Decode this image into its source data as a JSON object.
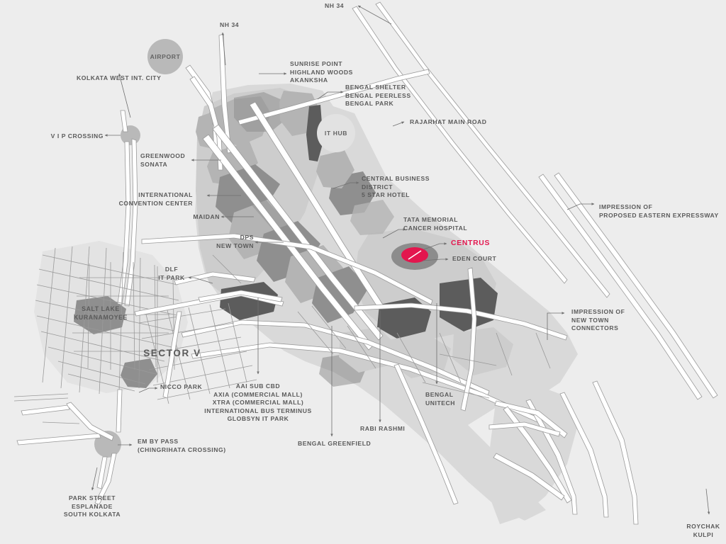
{
  "map": {
    "title": "New Town Rajarhat Kolkata Location Map",
    "background_color": "#ededed",
    "road_fill": "#ffffff",
    "road_stroke": "#9a9a9a",
    "label_color": "#5a5a5a",
    "highlight_color": "#e3164e"
  },
  "highlight": {
    "name": "CENTRUS",
    "marker_color": "#e3164e",
    "halo_color": "#8c8c8c"
  },
  "circles": [
    {
      "name": "AIRPORT",
      "label": "AIRPORT",
      "color": "#b9b9b9"
    },
    {
      "name": "IT HUB",
      "label": "IT HUB",
      "color": "#e2e2e2"
    },
    {
      "name": "VIP CROSSING NODE",
      "label": "",
      "color": "#b9b9b9"
    },
    {
      "name": "EM BYPASS NODE",
      "label": "",
      "color": "#b9b9b9"
    }
  ],
  "area_labels": [
    {
      "text": "SALT LAKE\nKURANAMOYEE"
    },
    {
      "text": "SECTOR V"
    }
  ],
  "labels": [
    {
      "id": "nh34-top-right",
      "text": "NH 34",
      "align": "left"
    },
    {
      "id": "nh34-top-center",
      "text": "NH 34",
      "align": "left"
    },
    {
      "id": "sunrise-point",
      "text": "SUNRISE POINT\nHIGHLAND WOODS\nAKANKSHA",
      "align": "left"
    },
    {
      "id": "bengal-shelter",
      "text": "BENGAL SHELTER\nBENGAL PEERLESS\nBENGAL PARK",
      "align": "left"
    },
    {
      "id": "kolkata-west",
      "text": "KOLKATA WEST INT. CITY",
      "align": "left"
    },
    {
      "id": "vip-crossing",
      "text": "V I P CROSSING",
      "align": "right"
    },
    {
      "id": "greenwood-sonata",
      "text": "GREENWOOD\nSONATA",
      "align": "left"
    },
    {
      "id": "rajarhat-main-road",
      "text": "RAJARHAT MAIN ROAD",
      "align": "left"
    },
    {
      "id": "central-business-district",
      "text": "CENTRAL BUSINESS\nDISTRICT\n5 STAR HOTEL",
      "align": "left"
    },
    {
      "id": "international-convention-center",
      "text": "INTERNATIONAL\nCONVENTION CENTER",
      "align": "left"
    },
    {
      "id": "maidan",
      "text": "MAIDAN",
      "align": "left"
    },
    {
      "id": "tata-memorial",
      "text": "TATA MEMORIAL\nCANCER HOSPITAL",
      "align": "left"
    },
    {
      "id": "centrus",
      "text": "CENTRUS",
      "align": "left"
    },
    {
      "id": "eden-court",
      "text": "EDEN COURT",
      "align": "left"
    },
    {
      "id": "dps-new-town",
      "text": "DPS\nNEW TOWN",
      "align": "left"
    },
    {
      "id": "dlf-it-park",
      "text": "DLF\nIT PARK",
      "align": "left"
    },
    {
      "id": "impression-expressway",
      "text": "IMPRESSION OF\nPROPOSED EASTERN EXPRESSWAY",
      "align": "left"
    },
    {
      "id": "impression-connectors",
      "text": "IMPRESSION OF\nNEW TOWN\nCONNECTORS",
      "align": "left"
    },
    {
      "id": "nicco-park",
      "text": "NICCO PARK",
      "align": "left"
    },
    {
      "id": "aai-sub-cbd",
      "text": "AAI SUB CBD\nAXIA (COMMERCIAL MALL)\nXTRA (COMMERCIAL MALL)\nINTERNATIONAL BUS TERMINUS\nGLOBSYN IT PARK",
      "align": "center"
    },
    {
      "id": "bengal-greenfield",
      "text": "BENGAL GREENFIELD",
      "align": "left"
    },
    {
      "id": "rabi-rashmi",
      "text": "RABI RASHMI",
      "align": "left"
    },
    {
      "id": "bengal-unitech",
      "text": "BENGAL\nUNITECH",
      "align": "left"
    },
    {
      "id": "em-bypass",
      "text": "EM BY PASS\n(CHINGRIHATA CROSSING)",
      "align": "left"
    },
    {
      "id": "park-street",
      "text": "PARK STREET\nESPLANADE\nSOUTH KOLKATA",
      "align": "center"
    },
    {
      "id": "roychak-kulpi",
      "text": "ROYCHAK\nKULPI",
      "align": "center"
    }
  ]
}
